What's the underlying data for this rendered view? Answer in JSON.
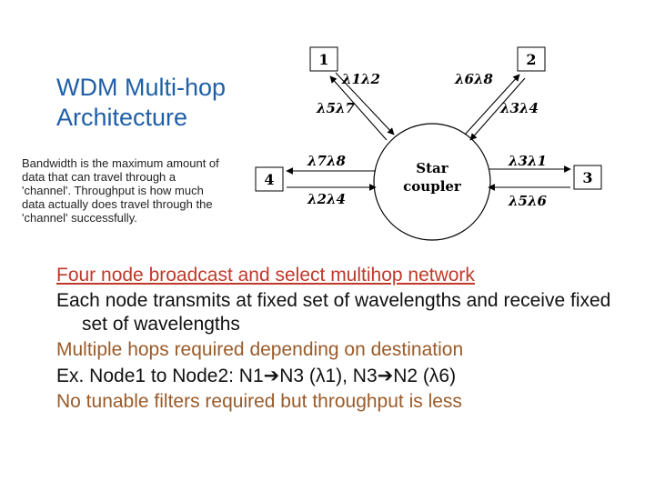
{
  "slide": {
    "title_line1": "WDM Multi-hop",
    "title_line2": "Architecture",
    "description_lines": [
      "Bandwidth is the maximum amount of",
      "data that can travel through a",
      "'channel'. Throughput is how much",
      "data actually does travel through the",
      "'channel' successfully."
    ]
  },
  "diagram": {
    "center_label_line1": "Star",
    "center_label_line2": "coupler",
    "nodes": {
      "n1": "1",
      "n2": "2",
      "n3": "3",
      "n4": "4"
    },
    "labels": {
      "l12": "λ1λ2",
      "l68": "λ6λ8",
      "l57": "λ5λ7",
      "l34": "λ3λ4",
      "l78": "λ7λ8",
      "l24": "λ2λ4",
      "l31": "λ3λ1",
      "l56": "λ5λ6"
    }
  },
  "bullets": {
    "b1": "Four node broadcast and select multihop network",
    "b2": "Each node transmits at fixed set of wavelengths and receive fixed set of wavelengths",
    "b3": "Multiple hops required depending on destination",
    "b4_prefix": "Ex. Node1 to Node2: N1",
    "b4_mid1": "N3 (",
    "b4_lambda1": "λ",
    "b4_mid2": "1), N3",
    "b4_mid3": "N2 (",
    "b4_lambda2": "λ",
    "b4_end": "6)",
    "arrow_glyph": "➔",
    "b5": "No tunable filters required but throughput is less"
  }
}
